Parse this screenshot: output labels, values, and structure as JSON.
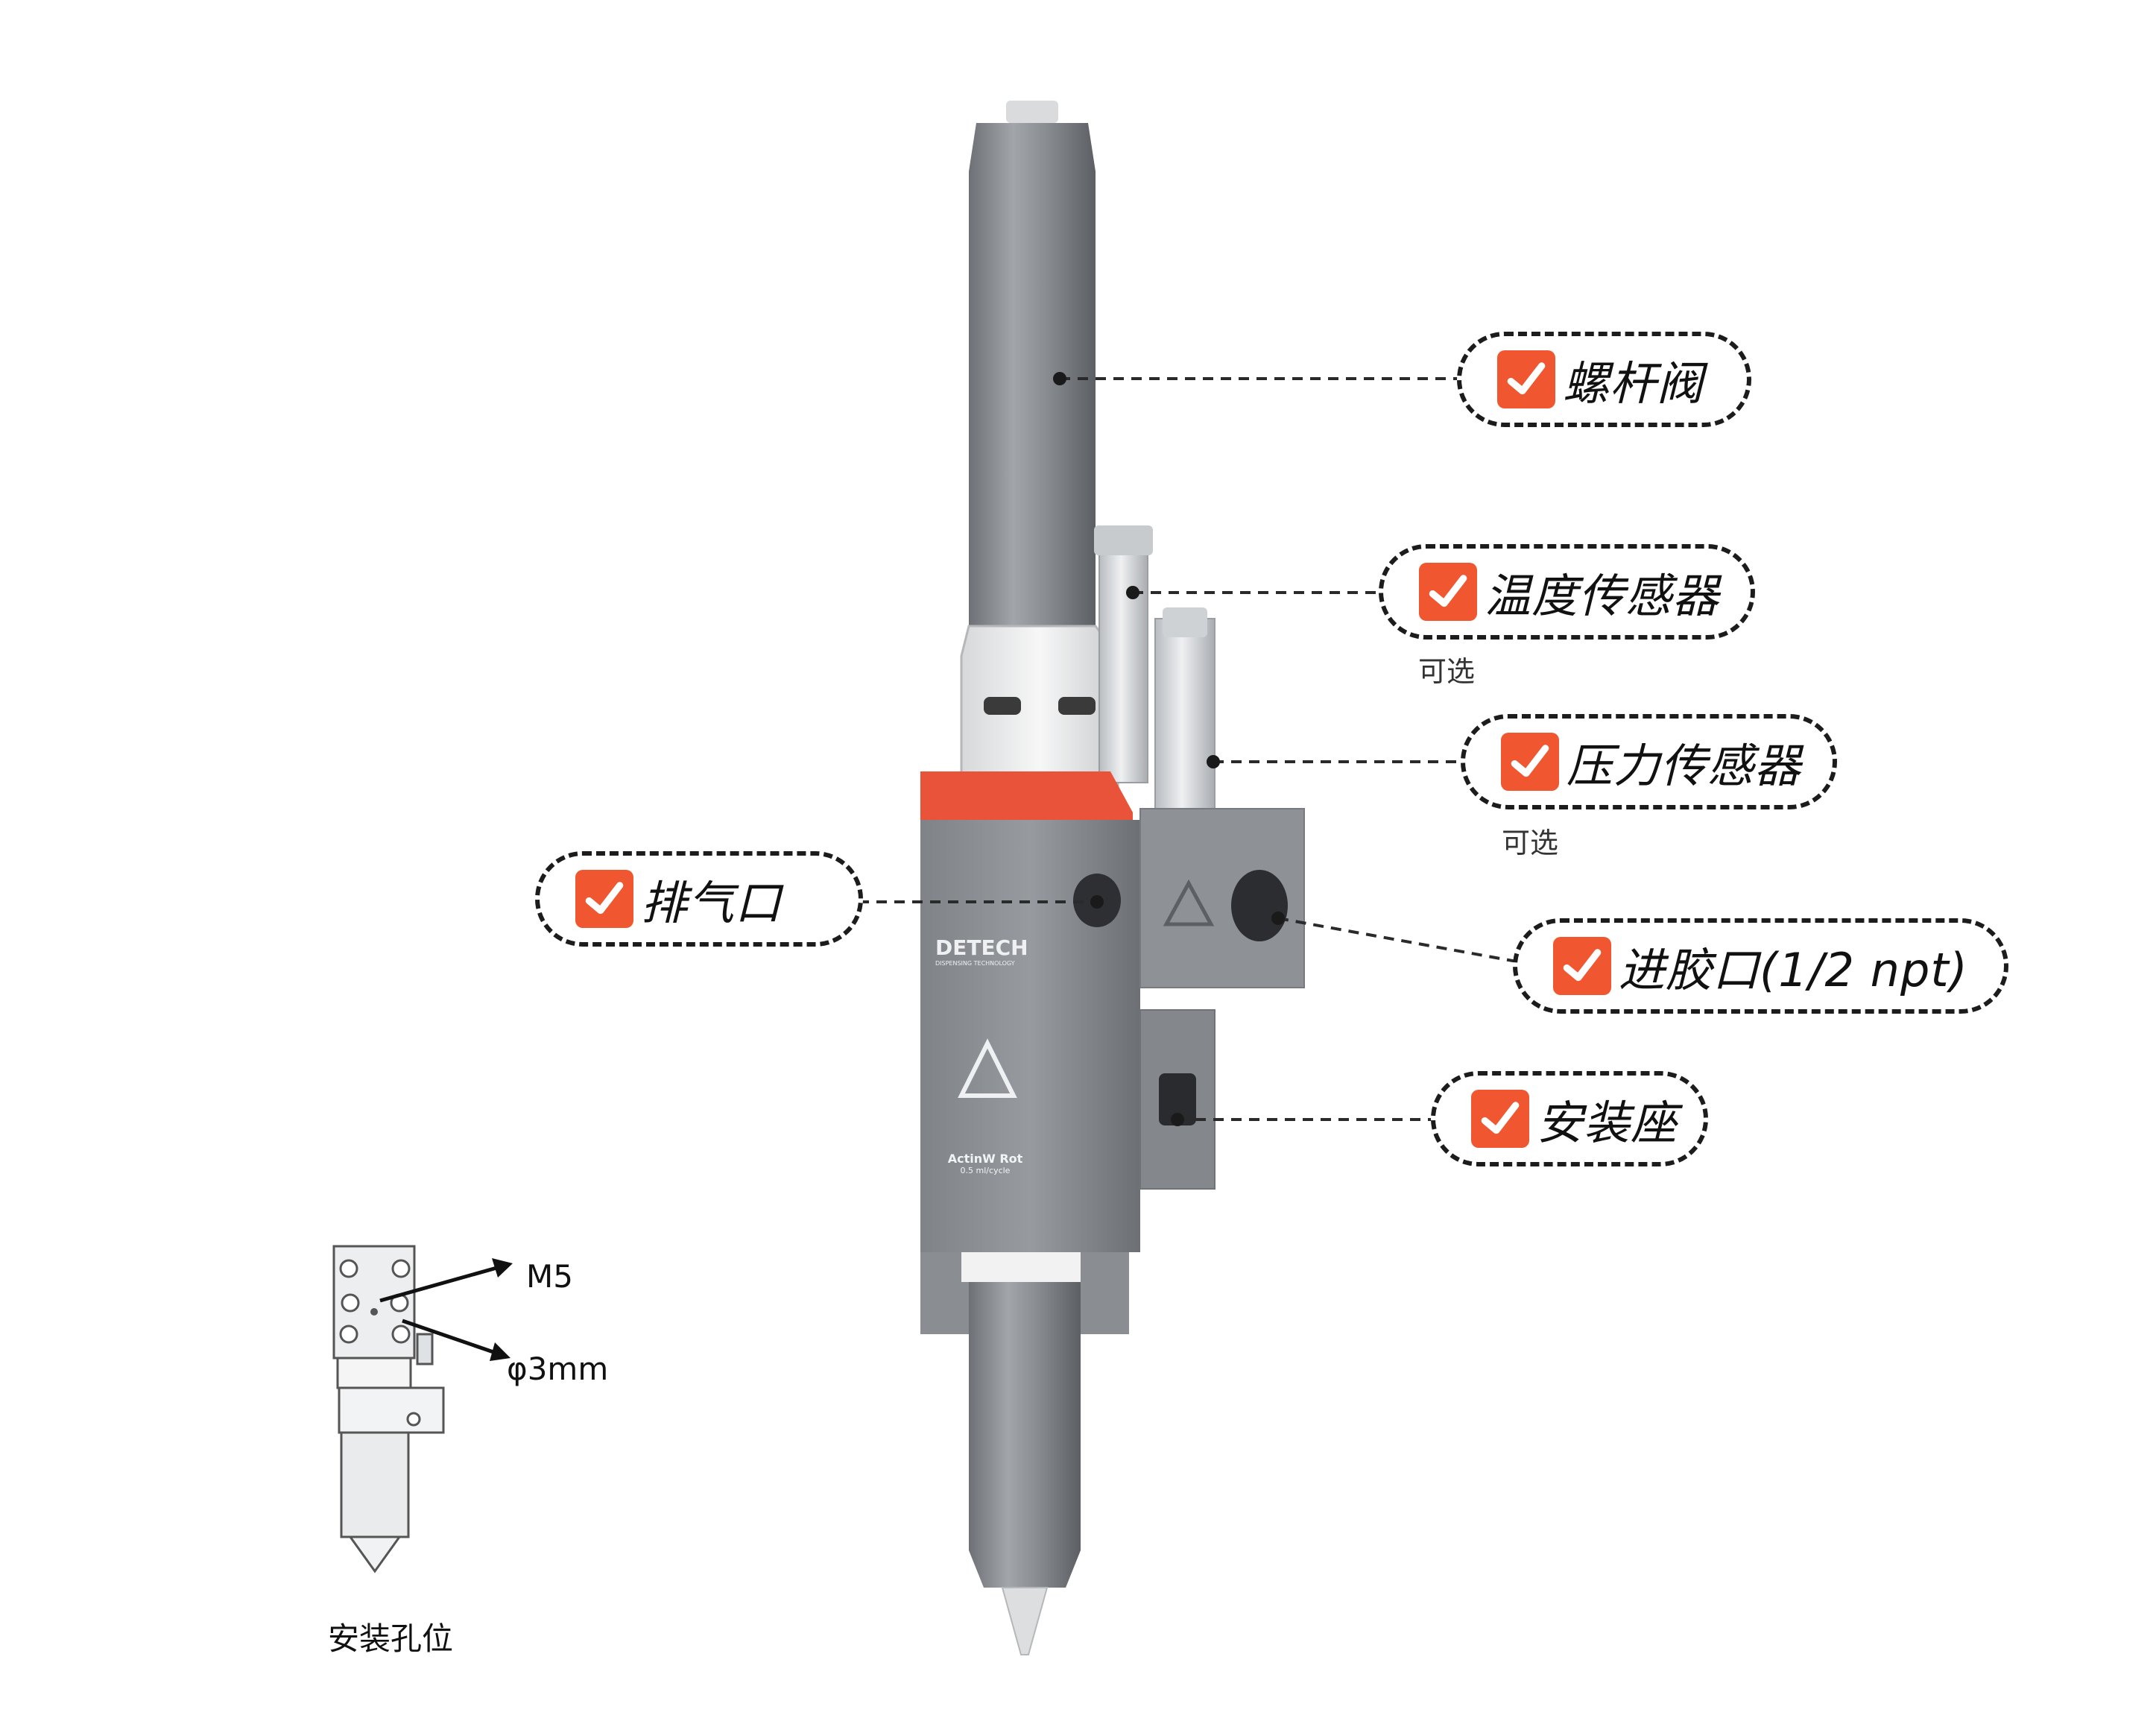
{
  "callouts": {
    "screw_valve": "螺杆阀",
    "temp_sensor": "温度传感器",
    "temp_optional": "可选",
    "pressure_sensor": "压力传感器",
    "pressure_optional": "可选",
    "exhaust_port": "排气口",
    "inlet_port": "进胶口(1/2 npt)",
    "mount_seat": "安装座"
  },
  "product": {
    "brand": "DETECH",
    "brand_sub": "DISPENSING TECHNOLOGY",
    "model": "ActinW Rot",
    "model_sub": "0.5 ml/cycle"
  },
  "mounting": {
    "thread_label": "M5",
    "pin_label": "φ3mm",
    "caption": "安装孔位"
  },
  "colors": {
    "accent": "#f0562f",
    "body": "#8d9196",
    "dark": "#5e6166"
  }
}
